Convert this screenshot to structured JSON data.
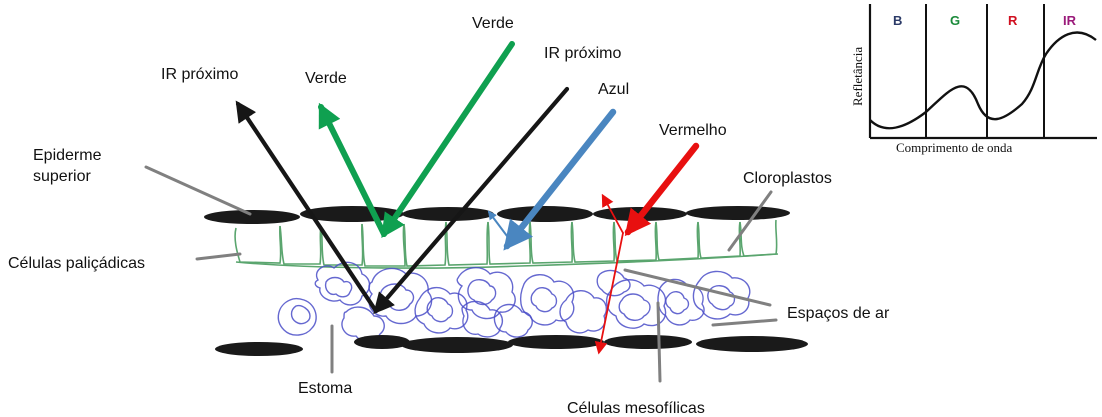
{
  "colors": {
    "green_ray": "#0fa050",
    "blue_ray": "#4a86c0",
    "red_ray": "#e81010",
    "black_ray": "#161616",
    "epidermis": "#1a1a1a",
    "palisade": "#5aa56e",
    "mesophyll": "#4a4ec8",
    "leader": "#808080",
    "band_B": "#2b3a67",
    "band_G": "#1a8a3a",
    "band_R": "#d01020",
    "band_IR": "#9a1a7a"
  },
  "rays": {
    "ir_left": "IR próximo",
    "verde_left": "Verde",
    "verde_top": "Verde",
    "ir_right": "IR próximo",
    "azul": "Azul",
    "vermelho": "Vermelho"
  },
  "labels": {
    "epiderme": [
      "Epiderme",
      "superior"
    ],
    "celulas_palicadicas": "Células paliçádicas",
    "cloroplastos": "Cloroplastos",
    "espacos_de_ar": "Espaços de ar",
    "estoma": "Estoma",
    "celulas_mesofilicas": "Células mesofílicas"
  },
  "inset": {
    "bands": [
      "B",
      "G",
      "R",
      "IR"
    ],
    "y_label": "Refletância",
    "x_label": "Comprimento de onda"
  }
}
